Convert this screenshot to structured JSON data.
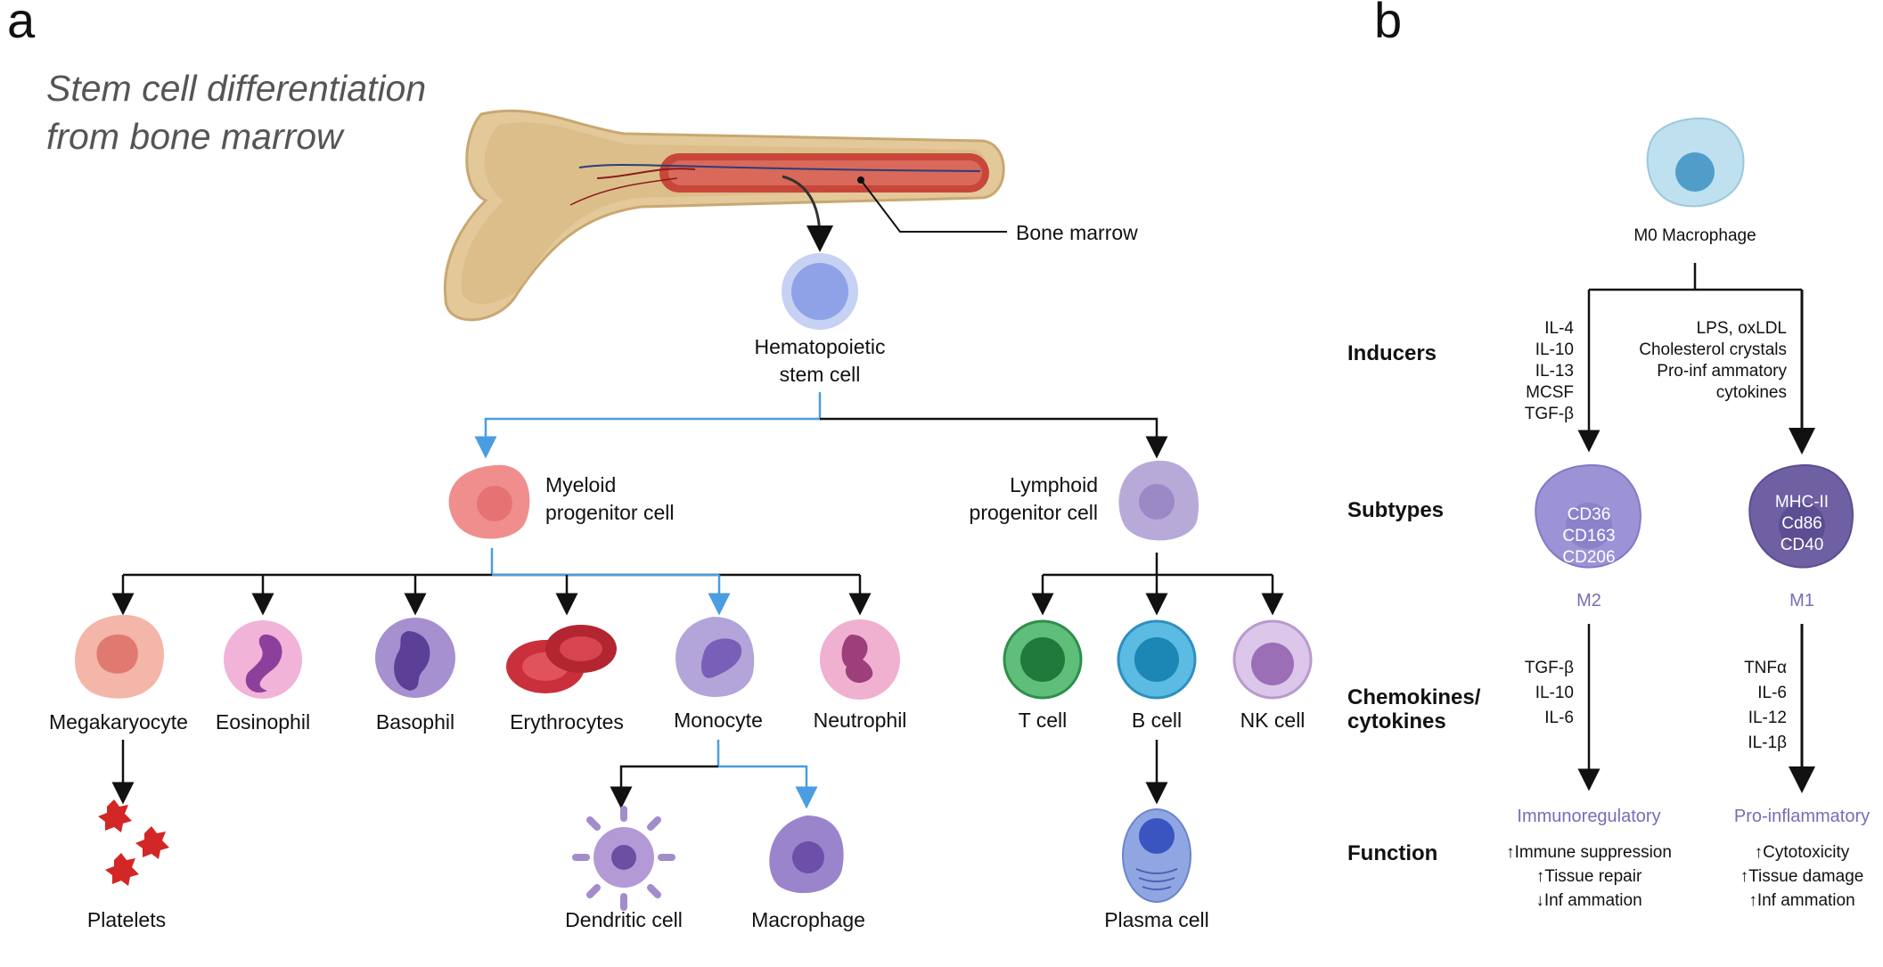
{
  "panel_a": {
    "label": "a",
    "title_line1": "Stem cell differentiation",
    "title_line2": "from bone marrow",
    "bone_marrow": "Bone marrow",
    "hsc_line1": "Hematopoietic",
    "hsc_line2": "stem cell",
    "myeloid_line1": "Myeloid",
    "myeloid_line2": "progenitor cell",
    "lymphoid_line1": "Lymphoid",
    "lymphoid_line2": "progenitor cell",
    "megakaryocyte": "Megakaryocyte",
    "eosinophil": "Eosinophil",
    "basophil": "Basophil",
    "erythrocytes": "Erythrocytes",
    "monocyte": "Monocyte",
    "neutrophil": "Neutrophil",
    "t_cell": "T cell",
    "b_cell": "B cell",
    "nk_cell": "NK cell",
    "platelets": "Platelets",
    "dendritic_cell": "Dendritic cell",
    "macrophage": "Macrophage",
    "plasma_cell": "Plasma cell"
  },
  "panel_b": {
    "label": "b",
    "m0": "M0 Macrophage",
    "row_inducers": "Inducers",
    "row_subtypes": "Subtypes",
    "row_chemokines_line1": "Chemokines/",
    "row_chemokines_line2": "cytokines",
    "row_function": "Function",
    "m2_inducers": [
      "IL-4",
      "IL-10",
      "IL-13",
      "MCSF",
      "TGF-β"
    ],
    "m1_inducers": [
      "LPS, oxLDL",
      "Cholesterol crystals",
      "Pro-inf ammatory",
      "cytokines"
    ],
    "m2_markers": [
      "CD36",
      "CD163",
      "CD206"
    ],
    "m1_markers": [
      "MHC-II",
      "Cd86",
      "CD40"
    ],
    "m2_label": "M2",
    "m1_label": "M1",
    "m2_cytokines": [
      "TGF-β",
      "IL-10",
      "IL-6"
    ],
    "m1_cytokines": [
      "TNFα",
      "IL-6",
      "IL-12",
      "IL-1β"
    ],
    "m2_function_title": "Immunoregulatory",
    "m1_function_title": "Pro-inflammatory",
    "m2_functions": [
      "↑Immune suppression",
      "↑Tissue repair",
      "↓Inf ammation"
    ],
    "m1_functions": [
      "↑Cytotoxicity",
      "↑Tissue damage",
      "↑Inf ammation"
    ]
  },
  "colors": {
    "blue_arrow": "#4a9de0",
    "bone": "#e8cf9c",
    "marrow": "#c9463a",
    "m2": "#9c93d6",
    "m1": "#6f5fa3",
    "purple_text": "#7a6bb8"
  }
}
